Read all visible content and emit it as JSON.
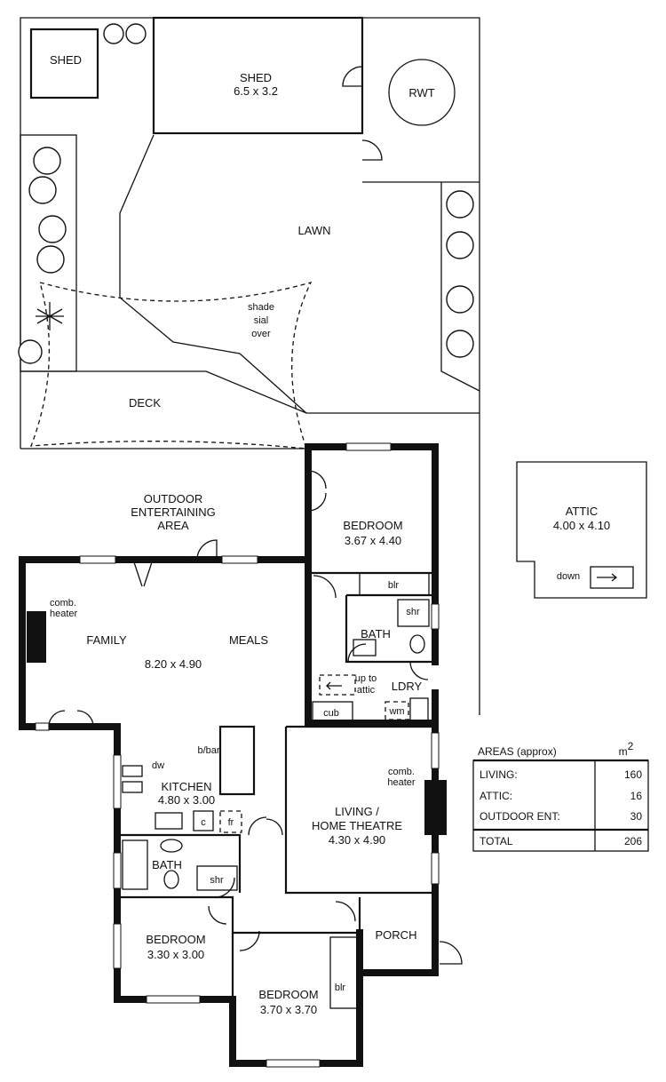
{
  "rooms": {
    "shed_small": "SHED",
    "shed_large_name": "SHED",
    "shed_large_dims": "6.5 x 3.2",
    "rwt": "RWT",
    "lawn": "LAWN",
    "shade_1": "shade",
    "shade_2": "sial",
    "shade_3": "over",
    "deck": "DECK",
    "outdoor_1": "OUTDOOR",
    "outdoor_2": "ENTERTAINING",
    "outdoor_3": "AREA",
    "bedroom1_name": "BEDROOM",
    "bedroom1_dims": "3.67 x 4.40",
    "blr1": "blr",
    "shr1": "shr",
    "bath1": "BATH",
    "up_to": "up to",
    "attic_lbl": "attic",
    "ldry": "LDRY",
    "cub": "cub",
    "wm": "wm",
    "comb1_1": "comb.",
    "comb1_2": "heater",
    "family": "FAMILY",
    "meals": "MEALS",
    "family_dims": "8.20 x 4.90",
    "bbar": "b/bar",
    "dw": "dw",
    "kitchen_name": "KITCHEN",
    "kitchen_dims": "4.80 x 3.00",
    "c": "c",
    "fr": "fr",
    "comb2_1": "comb.",
    "comb2_2": "heater",
    "living_1": "LIVING /",
    "living_2": "HOME THEATRE",
    "living_dims": "4.30 x 4.90",
    "bath2": "BATH",
    "shr2": "shr",
    "bedroom2_name": "BEDROOM",
    "bedroom2_dims": "3.30 x 3.00",
    "porch": "PORCH",
    "bedroom3_name": "BEDROOM",
    "bedroom3_dims": "3.70 x 3.70",
    "blr3": "blr",
    "attic_name": "ATTIC",
    "attic_dims": "4.00 x 4.10",
    "down": "down"
  },
  "areas_table": {
    "title": "AREAS (approx)",
    "unit": "m",
    "unit_sup": "2",
    "rows": [
      {
        "label": "LIVING:",
        "value": "160"
      },
      {
        "label": "ATTIC:",
        "value": "16"
      },
      {
        "label": "OUTDOOR ENT:",
        "value": "30"
      }
    ],
    "total_label": "TOTAL",
    "total_value": "206"
  }
}
